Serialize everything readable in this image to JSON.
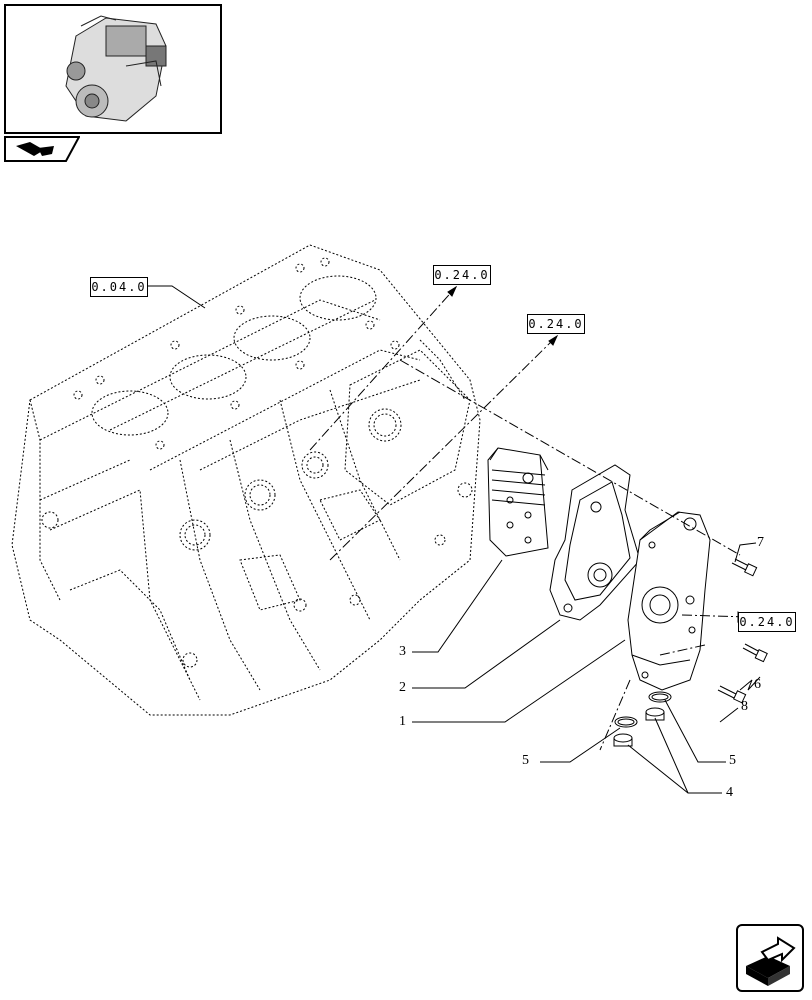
{
  "refs": {
    "block": "0.04.0",
    "top_a": "0.24.0",
    "top_b": "0.24.0",
    "right": "0.24.0"
  },
  "parts": {
    "p1": "1",
    "p2": "2",
    "p3": "3",
    "p4": "4",
    "p5_left": "5",
    "p5_right": "5",
    "p6": "6",
    "p7": "7",
    "p8": "8"
  },
  "icons": {
    "thumbnail": "engine-thumbnail-icon",
    "section": "section-tab-icon",
    "nav": "next-page-icon"
  },
  "colors": {
    "line": "#000000",
    "background": "#ffffff"
  }
}
